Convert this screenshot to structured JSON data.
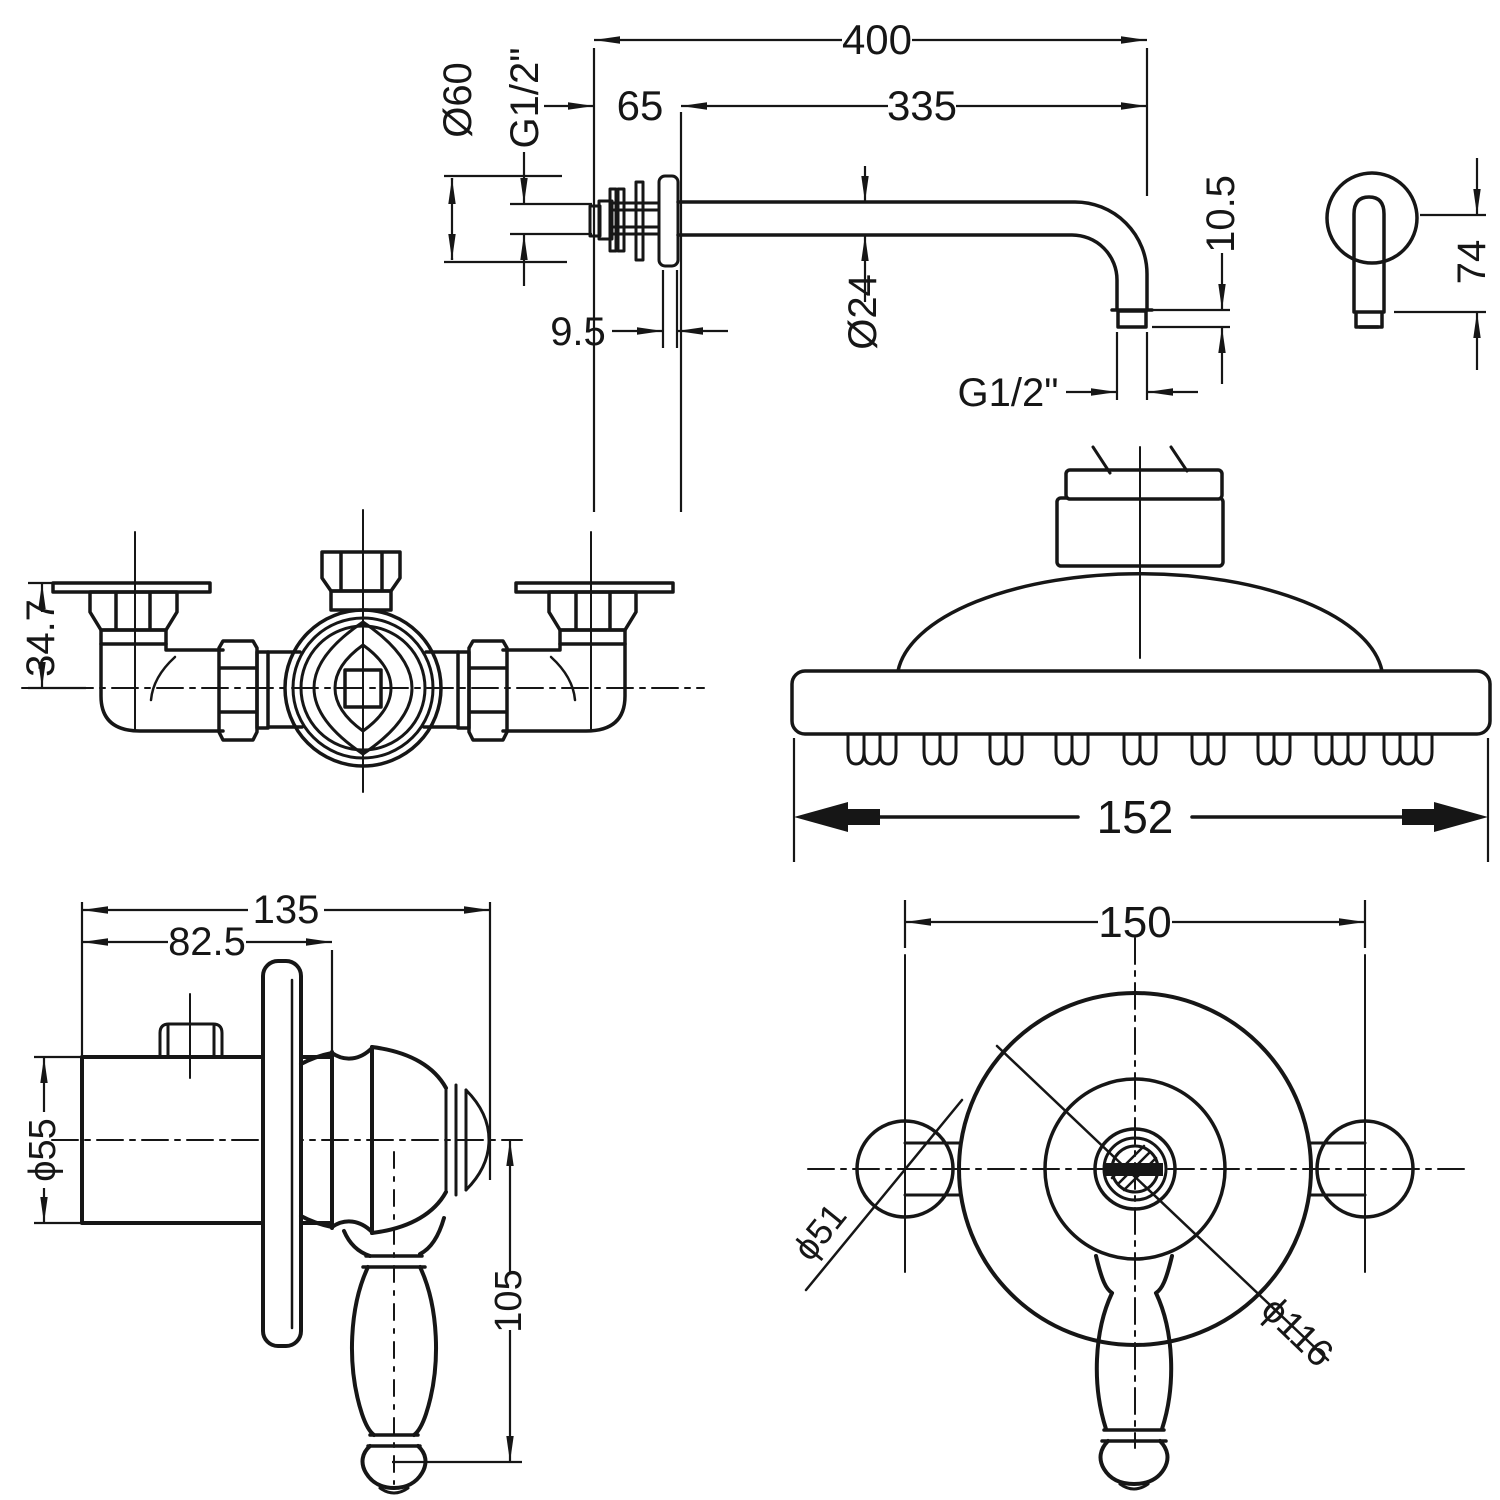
{
  "drawing": {
    "background": "#ffffff",
    "line_color": "#161616",
    "views": {
      "shower_arm_side": {
        "overall_length": "400",
        "wall_offset": "65",
        "arm_length": "335",
        "flange_diameter": "Ø60",
        "wall_thread": "G1/2\"",
        "flange_thickness": "9.5",
        "pipe_diameter": "Ø24",
        "outlet_thread": "G1/2\"",
        "nozzle_height": "10.5"
      },
      "shower_arm_end": {
        "drop_height": "74"
      },
      "valve_top": {
        "wall_depth": "34.7"
      },
      "shower_head": {
        "head_diameter": "152"
      },
      "valve_side": {
        "overall_depth": "135",
        "body_depth": "82.5",
        "body_diameter": "ϕ55",
        "handle_drop": "105"
      },
      "valve_front": {
        "union_centres": "150",
        "knob_diameter": "ϕ51",
        "backplate_diameter": "ϕ116"
      }
    }
  }
}
